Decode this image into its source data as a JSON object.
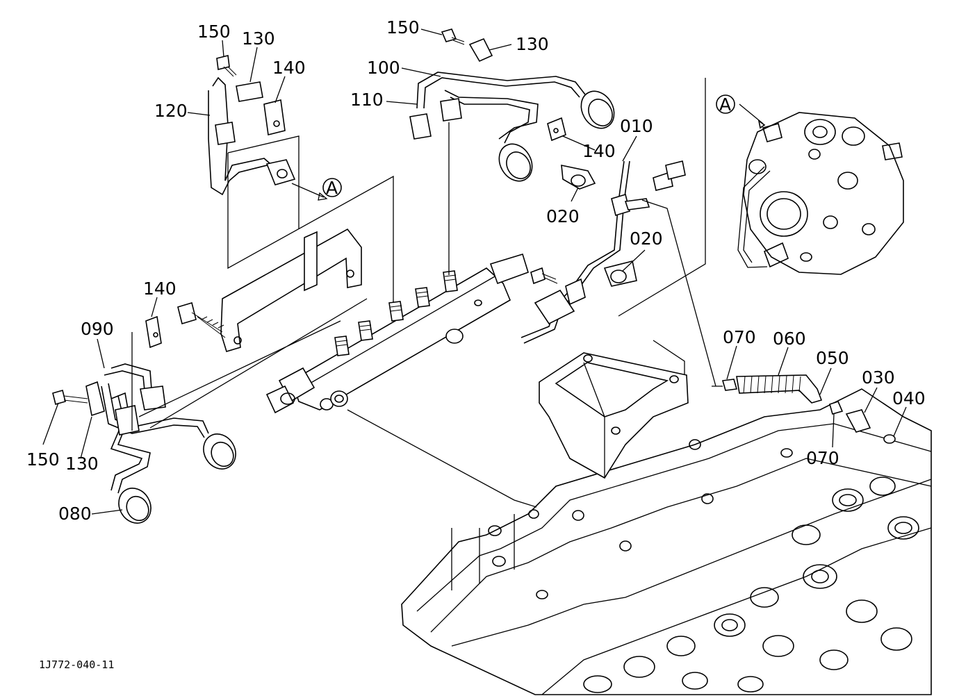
{
  "diagram": {
    "drawing_code": "1J772-040-11",
    "callouts": [
      {
        "id": "c150a",
        "text": "150"
      },
      {
        "id": "c130a",
        "text": "130"
      },
      {
        "id": "c140a",
        "text": "140"
      },
      {
        "id": "c120",
        "text": "120"
      },
      {
        "id": "c150b",
        "text": "150"
      },
      {
        "id": "c130b",
        "text": "130"
      },
      {
        "id": "c100",
        "text": "100"
      },
      {
        "id": "c110",
        "text": "110"
      },
      {
        "id": "c140b",
        "text": "140"
      },
      {
        "id": "c010",
        "text": "010"
      },
      {
        "id": "c020a",
        "text": "020"
      },
      {
        "id": "c020b",
        "text": "020"
      },
      {
        "id": "c140c",
        "text": "140"
      },
      {
        "id": "c090",
        "text": "090"
      },
      {
        "id": "c150c",
        "text": "150"
      },
      {
        "id": "c130c",
        "text": "130"
      },
      {
        "id": "c080",
        "text": "080"
      },
      {
        "id": "c070a",
        "text": "070"
      },
      {
        "id": "c060",
        "text": "060"
      },
      {
        "id": "c050",
        "text": "050"
      },
      {
        "id": "c030",
        "text": "030"
      },
      {
        "id": "c040",
        "text": "040"
      },
      {
        "id": "c070b",
        "text": "070"
      }
    ],
    "view_markers": [
      {
        "id": "markerA1",
        "text": "A"
      },
      {
        "id": "markerA2",
        "text": "A"
      }
    ]
  }
}
